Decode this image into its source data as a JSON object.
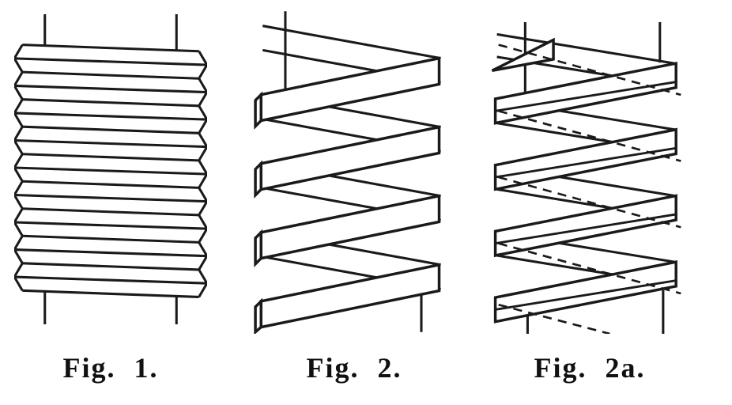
{
  "page": {
    "background": "#ffffff",
    "ink": "#1a1a1a"
  },
  "figures": [
    {
      "caption": "Fig. 1."
    },
    {
      "caption": "Fig. 2."
    },
    {
      "caption": "Fig. 2a."
    }
  ]
}
